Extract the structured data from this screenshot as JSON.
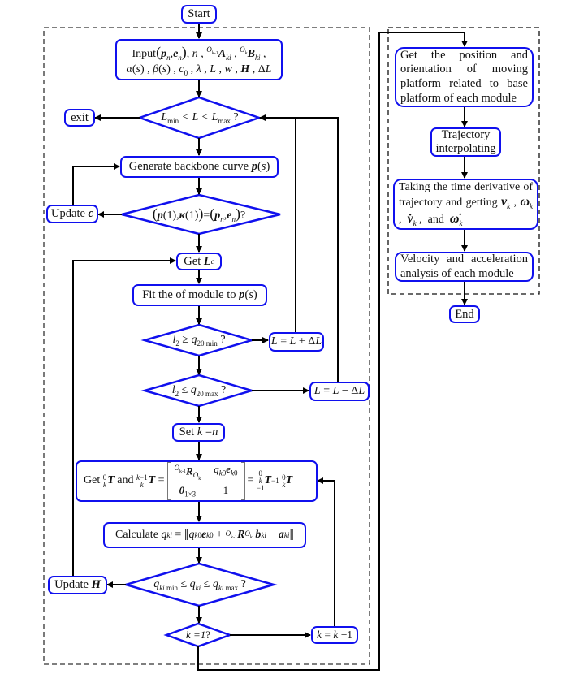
{
  "diagram": {
    "type": "flowchart",
    "colors": {
      "node_border": "#1010ee",
      "connector": "#000000",
      "group_border": "#000000",
      "background": "#ffffff"
    },
    "nodes": {
      "start": "Start",
      "input": {
        "prefix": "Input",
        "line1_rest": "(p_n, e_n), n, ^{O_{k-1}}A_{ki}, ^{O_k}B_{ki},",
        "line2": "α(s), β(s), c_0, λ, L, w, H, ΔL"
      },
      "decision_length": "L_min < L < L_max ?",
      "exit": "exit",
      "generate": "Generate backbone curve p(s)",
      "decision_endpoint": "(p(1), κ(1)) = (p_n, e_n)?",
      "update_c": "Update c",
      "get_lc": "Get L_c",
      "fit": "Fit the of module to p(s)",
      "decision_l2_min": "l_2 ≥ q_20min ?",
      "increase_l": "L = L + ΔL",
      "decision_l2_max": "l_2 ≤ q_20max ?",
      "decrease_l": "L = L − ΔL",
      "set_k": "Set k = n",
      "get_t": "Get ^0_kT and ^{k-1}_kT = [ ^{O_{k-1}}R_{O_k}  q_k0 e_k0 ; 0_{1×3}  1 ] = ^0_{k-1}T^{-1} ^0_kT",
      "calculate": "Calculate q_ki = ‖ q_k0 e_k0 + ^{O_{k-1}}R_{O_k} b_ki − a_ki ‖",
      "decision_qki": "q_ki min ≤ q_ki ≤ q_ki max ?",
      "update_h": "Update H",
      "decision_k1": "k = 1?",
      "decrement_k": "k = k − 1",
      "get_position": "Get the position and orientation of moving platform related to base platform of each module",
      "trajectory": "Trajectory interpolating",
      "derivative": "Taking the time derivative of trajectory and getting v_k , ω_k , v̇_k , and ω̇_k",
      "velocity": "Velocity and acceleration analysis of each module",
      "end": "End"
    },
    "text": {
      "start": "Start",
      "input_word": "Input",
      "exit": "exit",
      "generate": "Generate backbone curve ",
      "update": "Update ",
      "get": "Get ",
      "fit": "Fit the of module to ",
      "set": "Set ",
      "calculate": "Calculate ",
      "and": " and ",
      "get_position": "Get the position and orientation of moving platform related to base platform of each module",
      "trajectory": "Trajectory interpolating",
      "derivative_text": "Taking the time derivative of trajectory and getting",
      "and_word": "and",
      "velocity": "Velocity and acceleration analysis of each module",
      "end": "End"
    },
    "edges": [
      [
        "start",
        "input"
      ],
      [
        "input",
        "decision_length"
      ],
      [
        "decision_length",
        "exit"
      ],
      [
        "decision_length",
        "generate"
      ],
      [
        "generate",
        "decision_endpoint"
      ],
      [
        "decision_endpoint",
        "update_c"
      ],
      [
        "update_c",
        "generate"
      ],
      [
        "decision_endpoint",
        "get_lc"
      ],
      [
        "get_lc",
        "fit"
      ],
      [
        "fit",
        "decision_l2_min"
      ],
      [
        "decision_l2_min",
        "increase_l"
      ],
      [
        "increase_l",
        "decision_length"
      ],
      [
        "decision_l2_min",
        "decision_l2_max"
      ],
      [
        "decision_l2_max",
        "decrease_l"
      ],
      [
        "decrease_l",
        "decision_length"
      ],
      [
        "decision_l2_max",
        "set_k"
      ],
      [
        "set_k",
        "get_t"
      ],
      [
        "get_t",
        "calculate"
      ],
      [
        "calculate",
        "decision_qki"
      ],
      [
        "decision_qki",
        "update_h"
      ],
      [
        "update_h",
        "get_lc"
      ],
      [
        "decision_qki",
        "decision_k1"
      ],
      [
        "decision_k1",
        "decrement_k"
      ],
      [
        "decrement_k",
        "get_t"
      ],
      [
        "decision_k1",
        "get_position"
      ],
      [
        "get_position",
        "trajectory"
      ],
      [
        "trajectory",
        "derivative"
      ],
      [
        "derivative",
        "velocity"
      ],
      [
        "velocity",
        "end"
      ]
    ],
    "groups": [
      "inverse-kinematics-loop",
      "kinematic-analysis"
    ]
  }
}
